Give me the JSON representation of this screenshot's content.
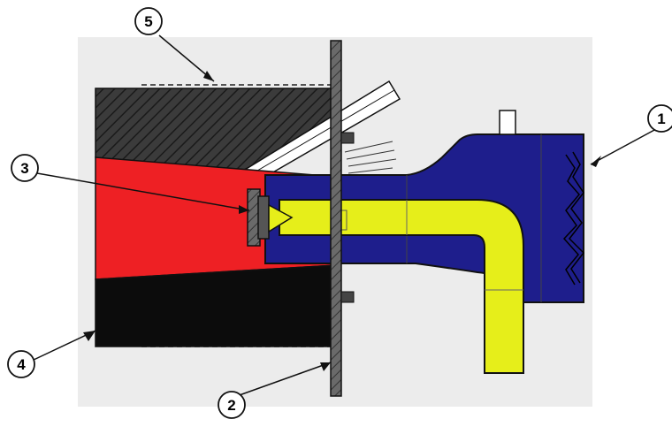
{
  "diagram": {
    "callouts": [
      {
        "id": "1",
        "label": "1"
      },
      {
        "id": "2",
        "label": "2"
      },
      {
        "id": "3",
        "label": "3"
      },
      {
        "id": "4",
        "label": "4"
      },
      {
        "id": "5",
        "label": "5"
      }
    ]
  },
  "colors": {
    "background_panel": "#ececec",
    "refractory_hatch": "#3b3b3b",
    "mounting_plate": "#555555",
    "combustion_zone": "#ee2024",
    "air_housing": "#1e1e8c",
    "fuel_pipe": "#e6ee1a",
    "lower_block": "#0c0c0c",
    "outline": "#111111"
  }
}
